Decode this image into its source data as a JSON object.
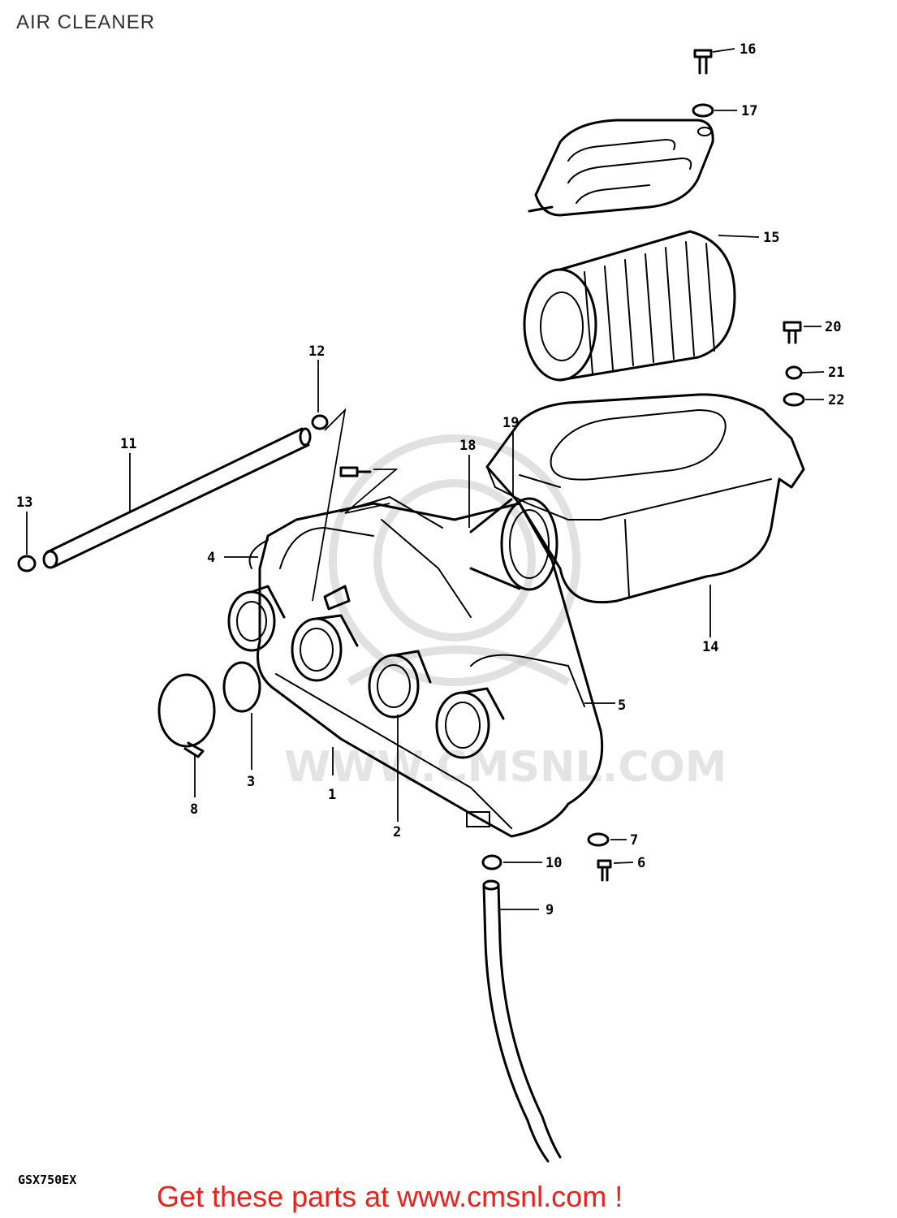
{
  "diagram": {
    "title": "AIR CLEANER",
    "model": "GSX750EX",
    "footer_link_text": "Get these parts at www.cmsnl.com !",
    "watermark": "WWW.CMSNL.COM",
    "callouts": [
      "1",
      "2",
      "3",
      "4",
      "5",
      "6",
      "7",
      "8",
      "9",
      "10",
      "11",
      "12",
      "13",
      "14",
      "15",
      "16",
      "17",
      "18",
      "19",
      "20",
      "21",
      "22"
    ]
  }
}
